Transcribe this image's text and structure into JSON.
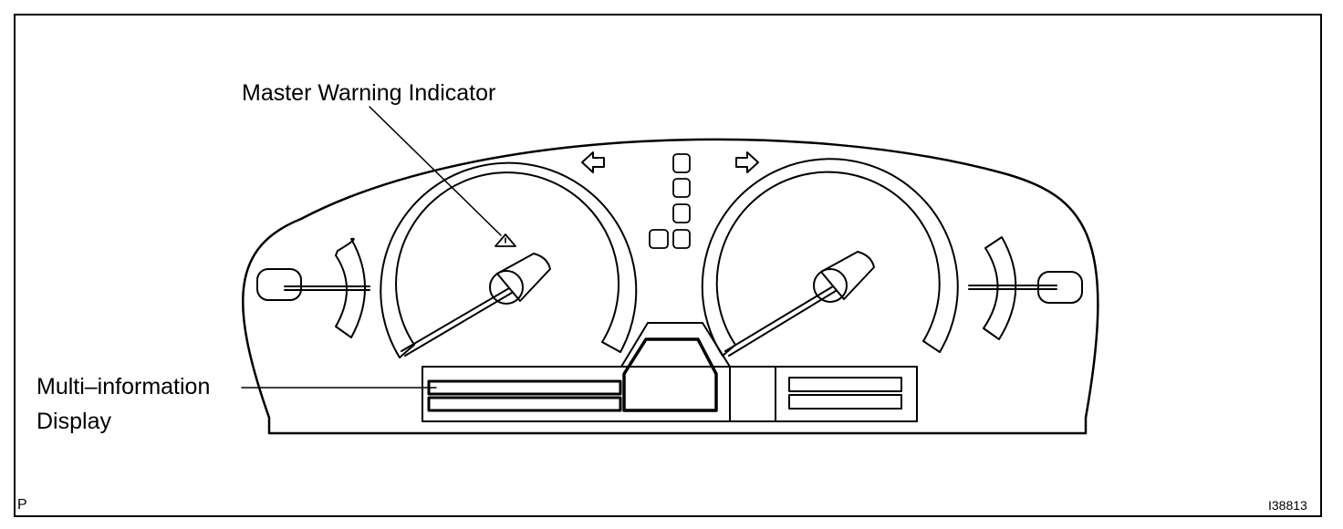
{
  "labels": {
    "master_warning": "Master Warning Indicator",
    "multi_info_line1": "Multi–information",
    "multi_info_line2": "Display",
    "corner_letter": "P",
    "figure_id": "I38813"
  },
  "colors": {
    "ink": "#000000",
    "background": "#ffffff"
  },
  "icons": {
    "warning": "warning-triangle-icon",
    "turn_left": "arrow-left-icon",
    "turn_right": "arrow-right-icon"
  }
}
